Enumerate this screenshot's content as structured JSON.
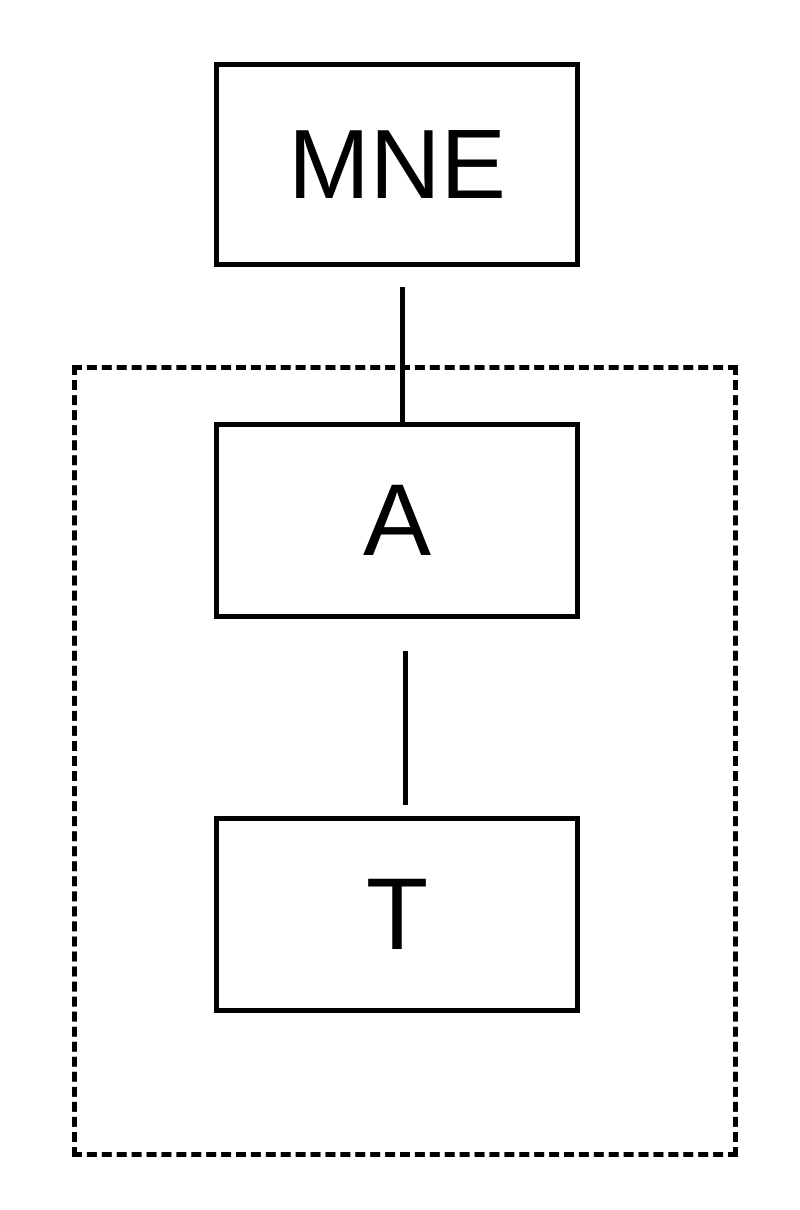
{
  "diagram": {
    "nodes": [
      {
        "id": "mne",
        "label": "MNE"
      },
      {
        "id": "a",
        "label": "A"
      },
      {
        "id": "t",
        "label": "T"
      }
    ],
    "edges": [
      {
        "from": "mne",
        "to": "a"
      },
      {
        "from": "a",
        "to": "t"
      }
    ],
    "group": {
      "contains": [
        "a",
        "t"
      ],
      "style": "dashed"
    },
    "colors": {
      "stroke": "#000000",
      "background": "#ffffff"
    }
  }
}
